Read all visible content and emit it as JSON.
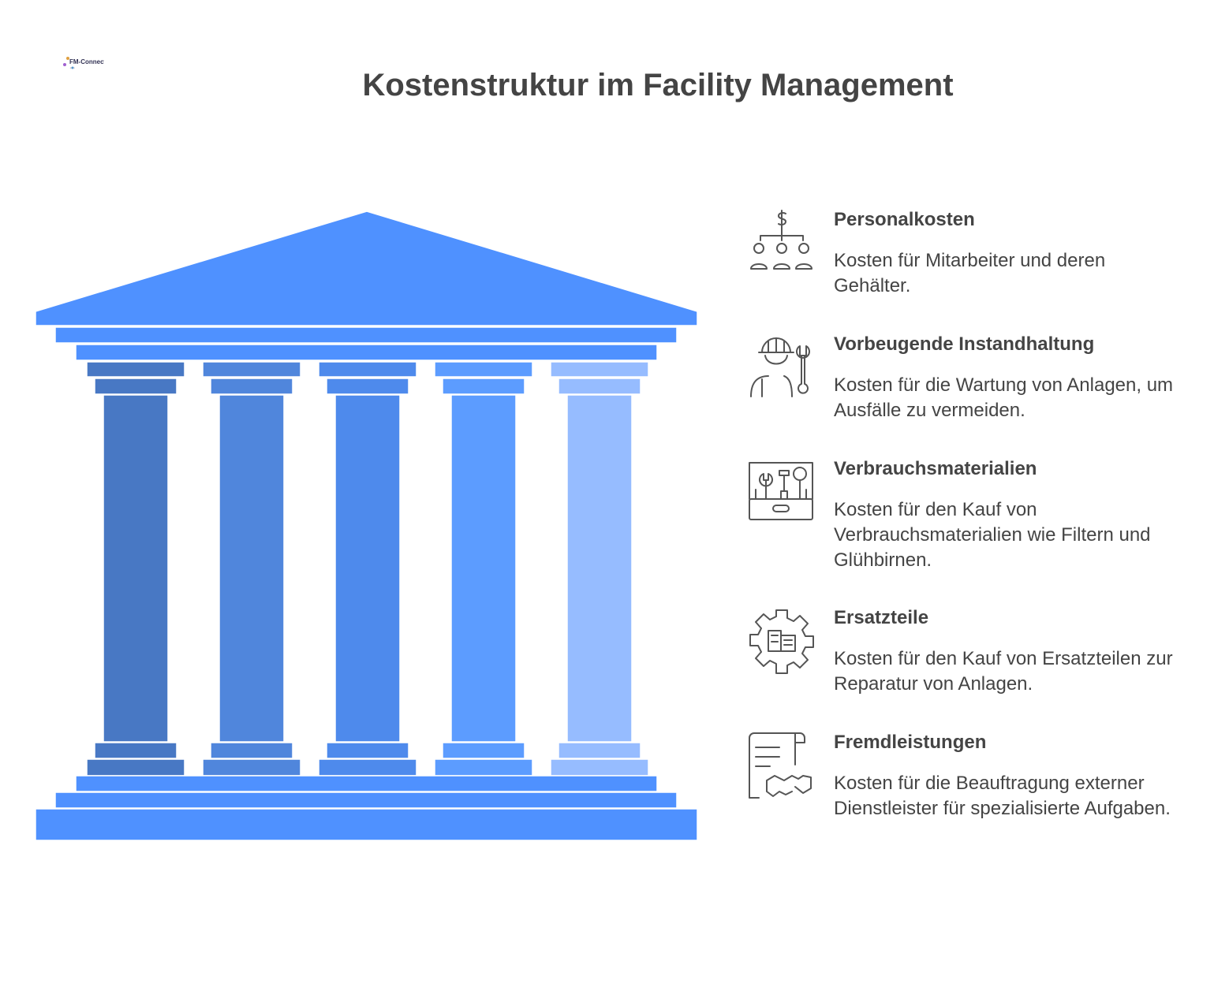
{
  "logo": {
    "text": "FM-Connect.com"
  },
  "title": "Kostenstruktur im Facility Management",
  "colors": {
    "roof": "#4f91ff",
    "columns": [
      "#4878c4",
      "#5086dc",
      "#4e8aec",
      "#5c9cff",
      "#96bcff"
    ],
    "text": "#444444",
    "icon_stroke": "#555555"
  },
  "items": [
    {
      "icon": "money-hierarchy-icon",
      "heading": "Personalkosten",
      "text": "Kosten für Mitarbeiter und deren Gehälter."
    },
    {
      "icon": "worker-wrench-icon",
      "heading": "Vorbeugende Instandhaltung",
      "text": "Kosten für die Wartung von Anlagen, um Ausfälle zu vermeiden."
    },
    {
      "icon": "toolbox-icon",
      "heading": "Verbrauchsmaterialien",
      "text": "Kosten für den Kauf von Verbrauchsmaterialien wie Filtern und Glühbirnen."
    },
    {
      "icon": "gear-parts-icon",
      "heading": "Ersatzteile",
      "text": "Kosten für den Kauf von Ersatzteilen zur Reparatur von Anlagen."
    },
    {
      "icon": "contract-handshake-icon",
      "heading": "Fremdleistungen",
      "text": "Kosten für die Beauftragung externer Dienstleister für spezialisierte Aufgaben."
    }
  ]
}
